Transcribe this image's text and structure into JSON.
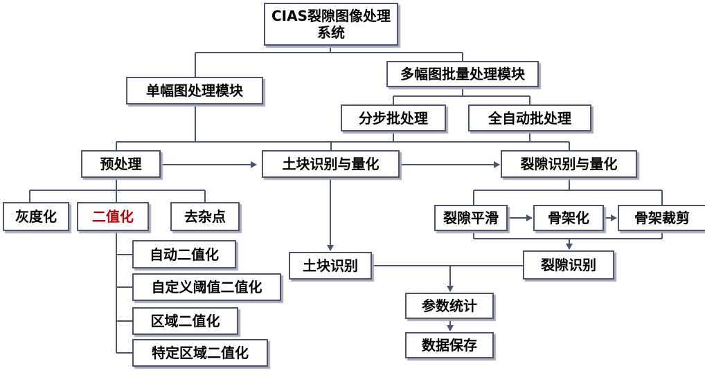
{
  "diagram": {
    "line_color": "#4a5270",
    "nodes": {
      "root": "CIAS裂隙图像处理系统",
      "single": "单幅图处理模块",
      "batch": "多幅图批量处理模块",
      "stepwise": "分步批处理",
      "fullauto": "全自动批处理",
      "preprocess": "预处理",
      "soilblock_quant": "土块识别与量化",
      "crack_quant": "裂隙识别与量化",
      "grayscale": "灰度化",
      "binarize": "二值化",
      "denoise": "去杂点",
      "auto_bin": "自动二值化",
      "custom_bin": "自定义阈值二值化",
      "region_bin": "区域二值化",
      "specific_bin": "特定区域二值化",
      "smooth": "裂隙平滑",
      "skeleton": "骨架化",
      "prune": "骨架裁剪",
      "soilblock_id": "土块识别",
      "crack_id": "裂隙识别",
      "stats": "参数统计",
      "save": "数据保存"
    },
    "highlight_color": "#c00000"
  }
}
